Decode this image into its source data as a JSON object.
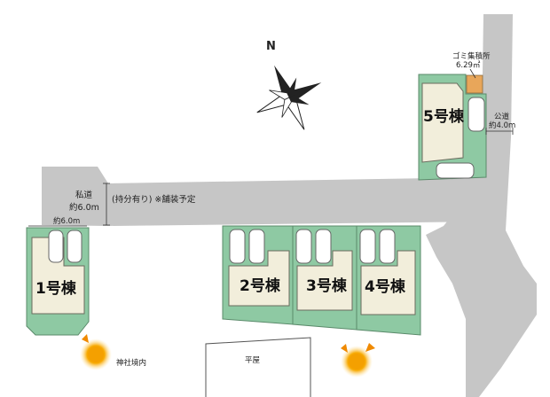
{
  "compass": {
    "north_label": "N"
  },
  "lots": [
    {
      "id": "lot1",
      "label": "1号棟"
    },
    {
      "id": "lot2",
      "label": "2号棟"
    },
    {
      "id": "lot3",
      "label": "3号棟"
    },
    {
      "id": "lot4",
      "label": "4号棟"
    },
    {
      "id": "lot5",
      "label": "5号棟"
    }
  ],
  "private_road": {
    "name": "私道",
    "width": "約6.0m",
    "note": "(持分有り) ※舗装予定",
    "width_small": "約6.0m"
  },
  "public_road": {
    "name": "公道",
    "width": "約4.0m"
  },
  "garbage_area": {
    "name": "ゴミ集積所",
    "area": "6.29㎡"
  },
  "neighbors": {
    "shrine": "神社境内",
    "one_story_house": "平屋"
  },
  "colors": {
    "lot_green": "#8ec9a3",
    "building_beige": "#f2eedb",
    "road_gray": "#c6c6c6",
    "garbage_orange": "#e8a65a",
    "sun_orange": "#f4a000"
  }
}
